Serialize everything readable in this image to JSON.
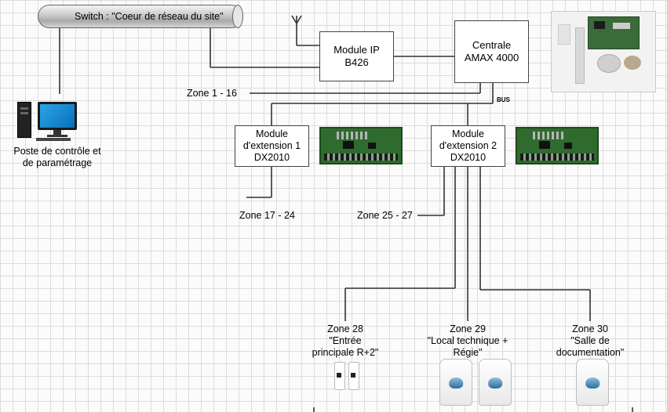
{
  "switch": {
    "label": "Switch : \"Coeur de réseau du site\""
  },
  "workstation": {
    "label_line1": "Poste de contrôle et",
    "label_line2": "de paramétrage",
    "icon": "computer-icon"
  },
  "module_ip": {
    "line1": "Module IP",
    "line2": "B426"
  },
  "centrale": {
    "line1": "Centrale",
    "line2": "AMAX 4000"
  },
  "bus_label": "BUS",
  "ext1": {
    "line1": "Module",
    "line2": "d'extension 1",
    "line3": "DX2010"
  },
  "ext2": {
    "line1": "Module",
    "line2": "d'extension 2",
    "line3": "DX2010"
  },
  "zones": {
    "z1_16": "Zone 1 - 16",
    "z17_24": "Zone 17 - 24",
    "z25_27": "Zone 25 - 27",
    "z28": {
      "line1": "Zone 28",
      "line2": "\"Entrée",
      "line3": "principale R+2\""
    },
    "z29": {
      "line1": "Zone 29",
      "line2": "\"Local technique +",
      "line3": "Régie\""
    },
    "z30": {
      "line1": "Zone 30",
      "line2": "\"Salle de",
      "line3": "documentation\""
    }
  },
  "colors": {
    "wire": "#333333",
    "pcb": "#2f6b2e",
    "lens": "#2a6e9e"
  }
}
